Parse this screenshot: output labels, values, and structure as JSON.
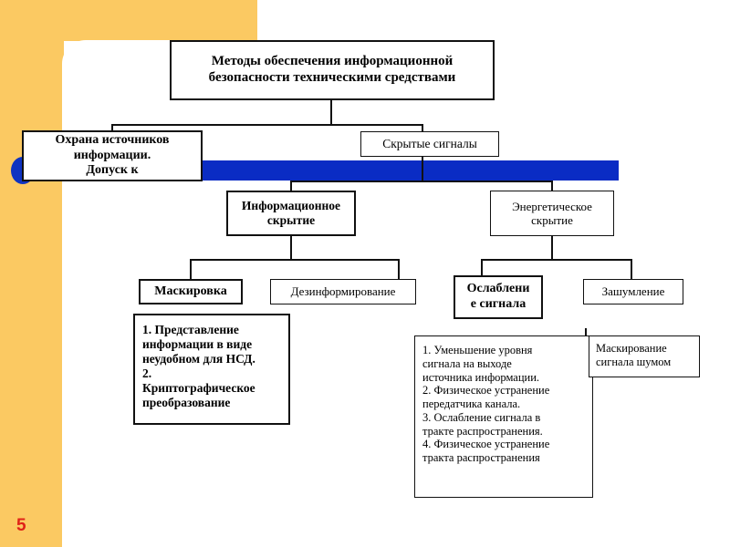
{
  "slide": {
    "page_number": "5",
    "colors": {
      "orange": "#fbc962",
      "blue_bar": "#0a2cc4",
      "bullet_blue": "#0f33c1",
      "page_number_red": "#e02218",
      "box_border": "#111111",
      "box_fill": "#ffffff"
    }
  },
  "diagram": {
    "type": "tree",
    "title_box": "Методы обеспечения информационной безопасности техническими средствами",
    "nodes": {
      "protection_sources": "Охрана источников информации. Допуск к",
      "hidden_signals": "Скрытые сигналы",
      "information_hiding": "Информационное скрытие",
      "energy_hiding": "Энергетическое скрытие",
      "masking": "Маскировка",
      "disinformation": "Дезинформирование",
      "signal_attenuation": "Ослаблени е сигнала",
      "noise_adding": "Зашумление",
      "masking_details": "1. Представление информации в виде неудобном для НСД. 2. Криптографическое преобразование",
      "attenuation_details": "1. Уменьшение уровня сигнала на выходе источника информации. 2. Физическое устранение передатчика канала. 3. Ослабление сигнала в тракте распространения. 4. Физическое устранение тракта распространения",
      "noise_details": "Маскирование сигнала шумом"
    },
    "masking_details_lines": [
      "1. Представление",
      "информации в виде",
      "неудобном для НСД.",
      "2.",
      "Криптографическое",
      "преобразование"
    ],
    "attenuation_details_lines": [
      "1. Уменьшение уровня",
      "сигнала на выходе",
      "источника информации.",
      "2. Физическое устранение",
      "передатчика канала.",
      "3. Ослабление сигнала в",
      "тракте распространения.",
      "4. Физическое устранение",
      "тракта распространения"
    ],
    "noise_details_lines": [
      "Маскирование",
      "сигнала шумом"
    ],
    "title_lines": [
      "Методы обеспечения информационной",
      "безопасности техническими средствами"
    ],
    "protection_lines": [
      "Охрана источников",
      "информации.",
      "Допуск к"
    ],
    "information_hiding_lines": [
      "Информационное",
      "скрытие"
    ],
    "energy_hiding_lines": [
      "Энергетическое",
      "скрытие"
    ],
    "attenuation_lines": [
      "Ослаблени",
      "е сигнала"
    ]
  }
}
